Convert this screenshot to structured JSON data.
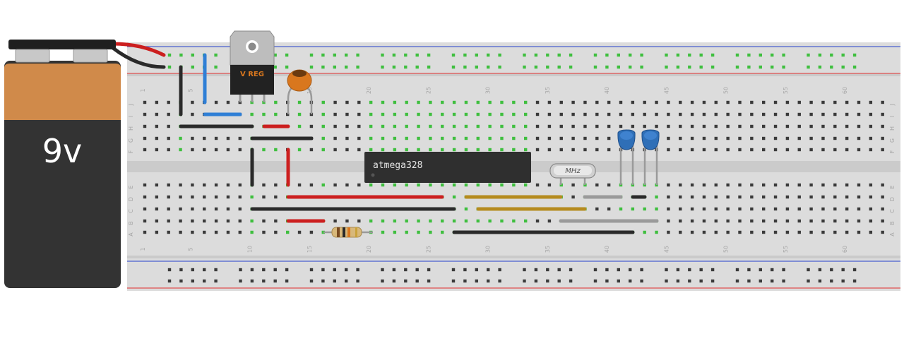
{
  "battery": {
    "label": "9v"
  },
  "regulator": {
    "label": "V REG"
  },
  "chip": {
    "label": "atmega328"
  },
  "crystal": {
    "label": "MHz"
  },
  "breadboard": {
    "column_numbers": [
      "1",
      "5",
      "10",
      "15",
      "20",
      "25",
      "30",
      "35",
      "40",
      "45",
      "50",
      "55",
      "60"
    ],
    "row_letters_top": [
      "J",
      "I",
      "H",
      "G",
      "F"
    ],
    "row_letters_bottom": [
      "E",
      "D",
      "C",
      "B",
      "A"
    ]
  },
  "colors": {
    "wire_black": "#2a2a2a",
    "wire_red": "#cc1f1f",
    "wire_blue": "#2f7fd6",
    "wire_yellow": "#b58b1e",
    "wire_gray": "#9a9a9a",
    "rail_red": "#e05050",
    "rail_blue": "#4a5fd0",
    "hole": "#3a3a3a",
    "hole_active": "#3fbf3f",
    "battery_copper": "#d08a4a",
    "battery_body": "#333333",
    "cap_blue": "#2f6fb7",
    "cap_orange": "#d9771e"
  }
}
